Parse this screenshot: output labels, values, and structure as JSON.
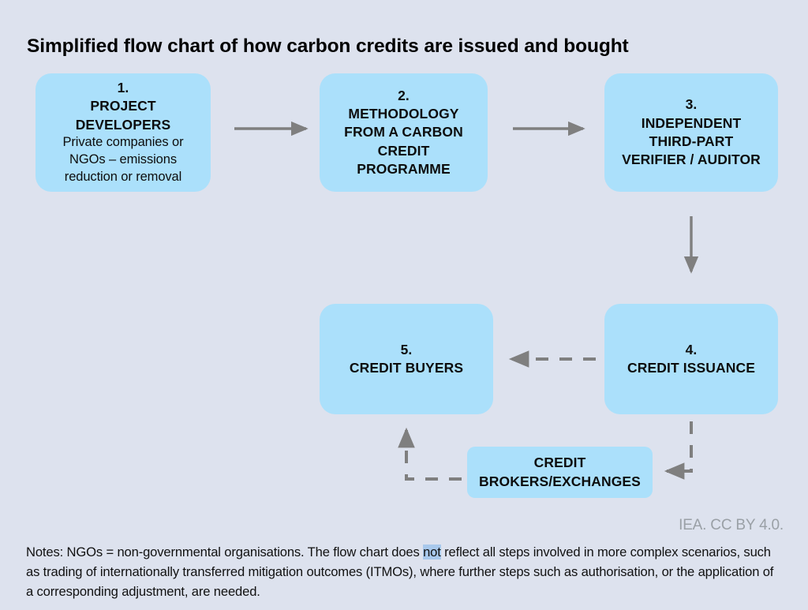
{
  "title": "Simplified flow chart of how carbon credits are issued and bought",
  "colors": {
    "background": "#dde2ee",
    "node_fill": "#abe0fb",
    "arrow": "#7f7f7f",
    "selection_highlight": "#a8c8ec",
    "credit_text": "#9aa0a6"
  },
  "nodes": {
    "project_developers": {
      "number": "1.",
      "heading_line1": "PROJECT",
      "heading_line2": "DEVELOPERS",
      "sub_line1": "Private companies or",
      "sub_line2": "NGOs – emissions",
      "sub_line3": "reduction or removal"
    },
    "methodology": {
      "number": "2.",
      "heading_line1": "METHODOLOGY",
      "heading_line2": "FROM A CARBON",
      "heading_line3": "CREDIT",
      "heading_line4": "PROGRAMME"
    },
    "verifier": {
      "number": "3.",
      "heading_line1": "INDEPENDENT",
      "heading_line2": "THIRD-PART",
      "heading_line3": "VERIFIER / AUDITOR"
    },
    "credit_issuance": {
      "number": "4.",
      "heading_line1": "CREDIT ISSUANCE"
    },
    "credit_buyers": {
      "number": "5.",
      "heading_line1": "CREDIT BUYERS"
    },
    "brokers": {
      "heading_line1": "CREDIT",
      "heading_line2": "BROKERS/EXCHANGES"
    }
  },
  "arrows": [
    {
      "name": "developers-to-methodology",
      "style": "solid",
      "direction": "right"
    },
    {
      "name": "methodology-to-verifier",
      "style": "solid",
      "direction": "right"
    },
    {
      "name": "verifier-to-issuance",
      "style": "solid",
      "direction": "down"
    },
    {
      "name": "issuance-to-buyers",
      "style": "dashed",
      "direction": "left"
    },
    {
      "name": "issuance-to-brokers",
      "style": "dashed",
      "direction": "down-left-elbow"
    },
    {
      "name": "brokers-to-buyers",
      "style": "dashed",
      "direction": "left-up-elbow"
    }
  ],
  "credit": "IEA. CC BY 4.0.",
  "notes": {
    "part1": "Notes: NGOs = non-governmental organisations. The flow chart does ",
    "selected": "not",
    "part2": " reflect all steps involved in more complex scenarios, such as trading of internationally transferred mitigation outcomes (ITMOs), where further steps such as authorisation, or the application of a corresponding adjustment, are needed."
  }
}
